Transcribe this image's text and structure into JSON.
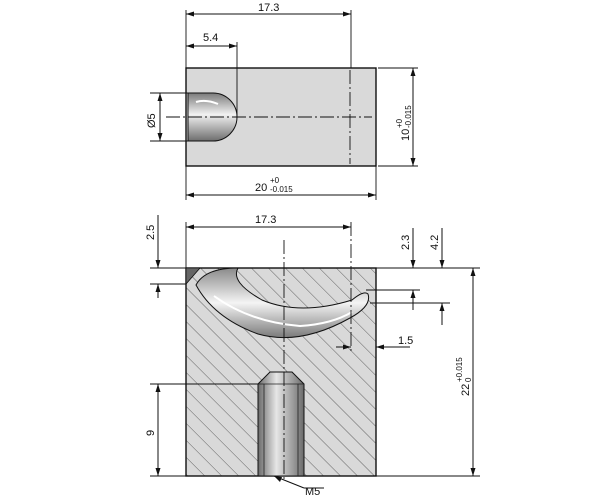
{
  "top_view": {
    "dim_overall_length": "17.3",
    "dim_bore_depth": "5.4",
    "dim_diameter": "Ø5",
    "dim_height_main": "10",
    "dim_height_tol_upper": "+0",
    "dim_height_tol_lower": "-0.015",
    "dim_width_main": "20",
    "dim_width_tol_upper": "+0",
    "dim_width_tol_lower": "-0.015"
  },
  "section_view": {
    "dim_overall_length": "17.3",
    "dim_top_offset": "2.5",
    "dim_right_a": "2.3",
    "dim_right_b": "4.2",
    "dim_slot": "1.5",
    "dim_thread_depth": "9",
    "dim_height_main": "22",
    "dim_height_tol_upper": "+0.015",
    "dim_height_tol_lower": "0",
    "thread_label": "M5"
  },
  "colors": {
    "body_fill": "#d9d9d9",
    "hole_fill": "#9a9a9a"
  }
}
